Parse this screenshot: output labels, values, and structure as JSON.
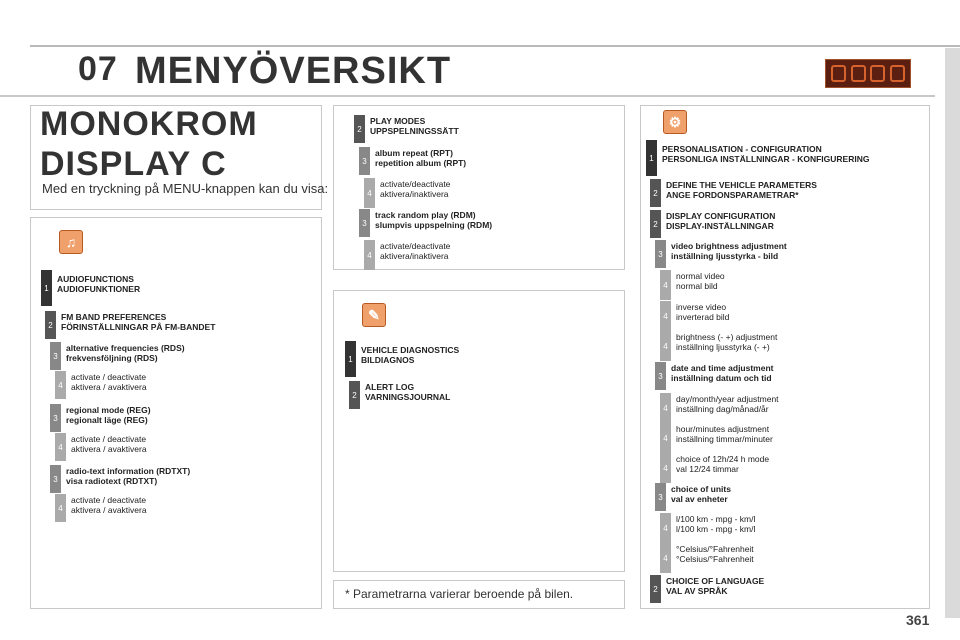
{
  "header": {
    "chapter": "07",
    "title": "MENYÖVERSIKT"
  },
  "intro": {
    "title_line1": "MONOKROM",
    "title_line2": "DISPLAY C",
    "text": "Med en tryckning på MENU-knappen kan du visa:"
  },
  "audio": {
    "items": [
      {
        "level": "1",
        "line1": "AUDIOFUNCTIONS",
        "line2": "AUDIOFUNKTIONER"
      },
      {
        "level": "2",
        "line1": "FM BAND PREFERENCES",
        "line2": "FÖRINSTÄLLNINGAR PÅ FM-BANDET"
      },
      {
        "level": "3",
        "line1": "alternative frequencies (RDS)",
        "line2": "frekvensföljning (RDS)"
      },
      {
        "level": "4",
        "line1": "activate / deactivate",
        "line2": "aktivera / avaktivera"
      },
      {
        "level": "3",
        "line1": "regional mode (REG)",
        "line2": "regionalt läge (REG)"
      },
      {
        "level": "4",
        "line1": "activate / deactivate",
        "line2": "aktivera / avaktivera"
      },
      {
        "level": "3",
        "line1": "radio-text information (RDTXT)",
        "line2": "visa radiotext (RDTXT)"
      },
      {
        "level": "4",
        "line1": "activate / deactivate",
        "line2": "aktivera / avaktivera"
      }
    ]
  },
  "play": {
    "items": [
      {
        "level": "2",
        "line1": "PLAY MODES",
        "line2": "UPPSPELNINGSSÄTT"
      },
      {
        "level": "3",
        "line1": "album repeat (RPT)",
        "line2": "repetition album (RPT)"
      },
      {
        "level": "4",
        "line1": "activate/deactivate",
        "line2": "aktivera/inaktivera"
      },
      {
        "level": "3",
        "line1": "track random play (RDM)",
        "line2": "slumpvis uppspelning (RDM)"
      },
      {
        "level": "4",
        "line1": "activate/deactivate",
        "line2": "aktivera/inaktivera"
      }
    ]
  },
  "diag": {
    "items": [
      {
        "level": "1",
        "line1": "VEHICLE DIAGNOSTICS",
        "line2": "BILDIAGNOS"
      },
      {
        "level": "2",
        "line1": "ALERT LOG",
        "line2": "VARNINGSJOURNAL"
      }
    ]
  },
  "footnote": "* Parametrarna varierar beroende på bilen.",
  "perso": {
    "items": [
      {
        "level": "1",
        "line1": "PERSONALISATION - CONFIGURATION",
        "line2": "PERSONLIGA INSTÄLLNINGAR - KONFIGURERING"
      },
      {
        "level": "2",
        "line1": "DEFINE THE VEHICLE PARAMETERS",
        "line2": "ANGE FORDONSPARAMETRAR*"
      },
      {
        "level": "2",
        "line1": "DISPLAY CONFIGURATION",
        "line2": "DISPLAY-INSTÄLLNINGAR"
      },
      {
        "level": "3",
        "line1": "video brightness adjustment",
        "line2": "inställning ljusstyrka - bild"
      },
      {
        "level": "4",
        "line1": "normal video",
        "line2": "normal bild"
      },
      {
        "level": "4",
        "line1": "inverse video",
        "line2": "inverterad bild"
      },
      {
        "level": "4",
        "line1": "brightness (- +) adjustment",
        "line2": "inställning ljusstyrka (- +)"
      },
      {
        "level": "3",
        "line1": "date and time adjustment",
        "line2": "inställning datum och tid"
      },
      {
        "level": "4",
        "line1": "day/month/year adjustment",
        "line2": "inställning dag/månad/år"
      },
      {
        "level": "4",
        "line1": "hour/minutes adjustment",
        "line2": "inställning timmar/minuter"
      },
      {
        "level": "4",
        "line1": "choice of 12h/24 h mode",
        "line2": "val 12/24 timmar"
      },
      {
        "level": "3",
        "line1": "choice of units",
        "line2": "val av enheter"
      },
      {
        "level": "4",
        "line1": "l/100 km - mpg - km/l",
        "line2": "l/100 km - mpg - km/l"
      },
      {
        "level": "4",
        "line1": "°Celsius/°Fahrenheit",
        "line2": "°Celsius/°Fahrenheit"
      },
      {
        "level": "2",
        "line1": "CHOICE OF LANGUAGE",
        "line2": "VAL AV SPRÅK"
      }
    ]
  },
  "page_number": "361"
}
